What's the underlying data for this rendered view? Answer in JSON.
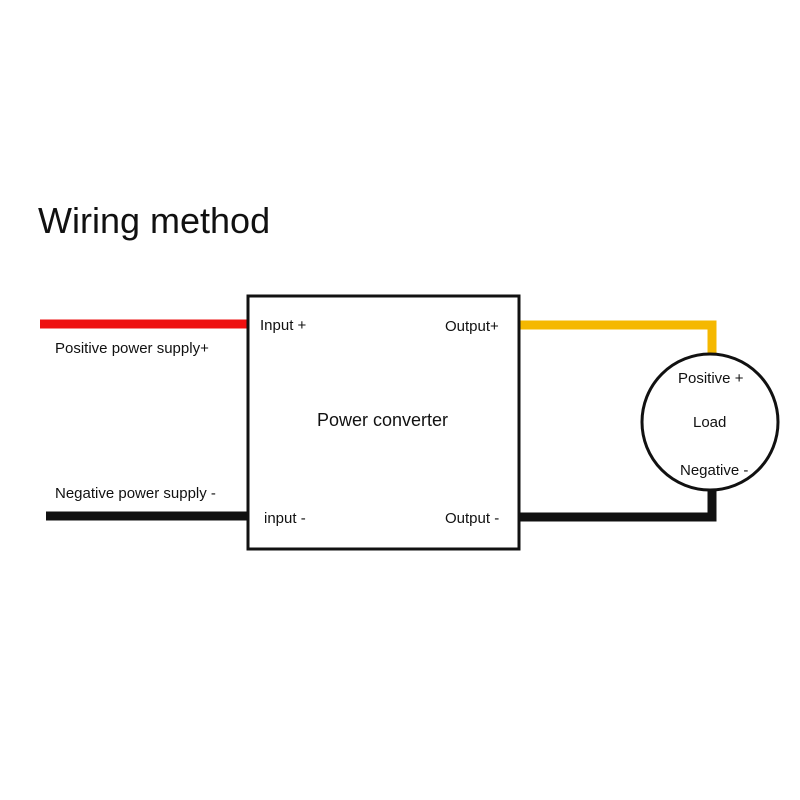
{
  "title": "Wiring method",
  "converter": {
    "label": "Power converter",
    "input_pos": "Input +",
    "input_neg": "input -",
    "output_pos": "Output+",
    "output_neg": "Output -"
  },
  "supply": {
    "positive": "Positive power supply+",
    "negative": "Negative power supply -"
  },
  "load": {
    "label": "Load",
    "positive": "Positive +",
    "negative": "Negative -"
  },
  "colors": {
    "positive_wire": "#ee1111",
    "negative_wire": "#111111",
    "output_wire": "#f5b800",
    "outline": "#111111"
  }
}
